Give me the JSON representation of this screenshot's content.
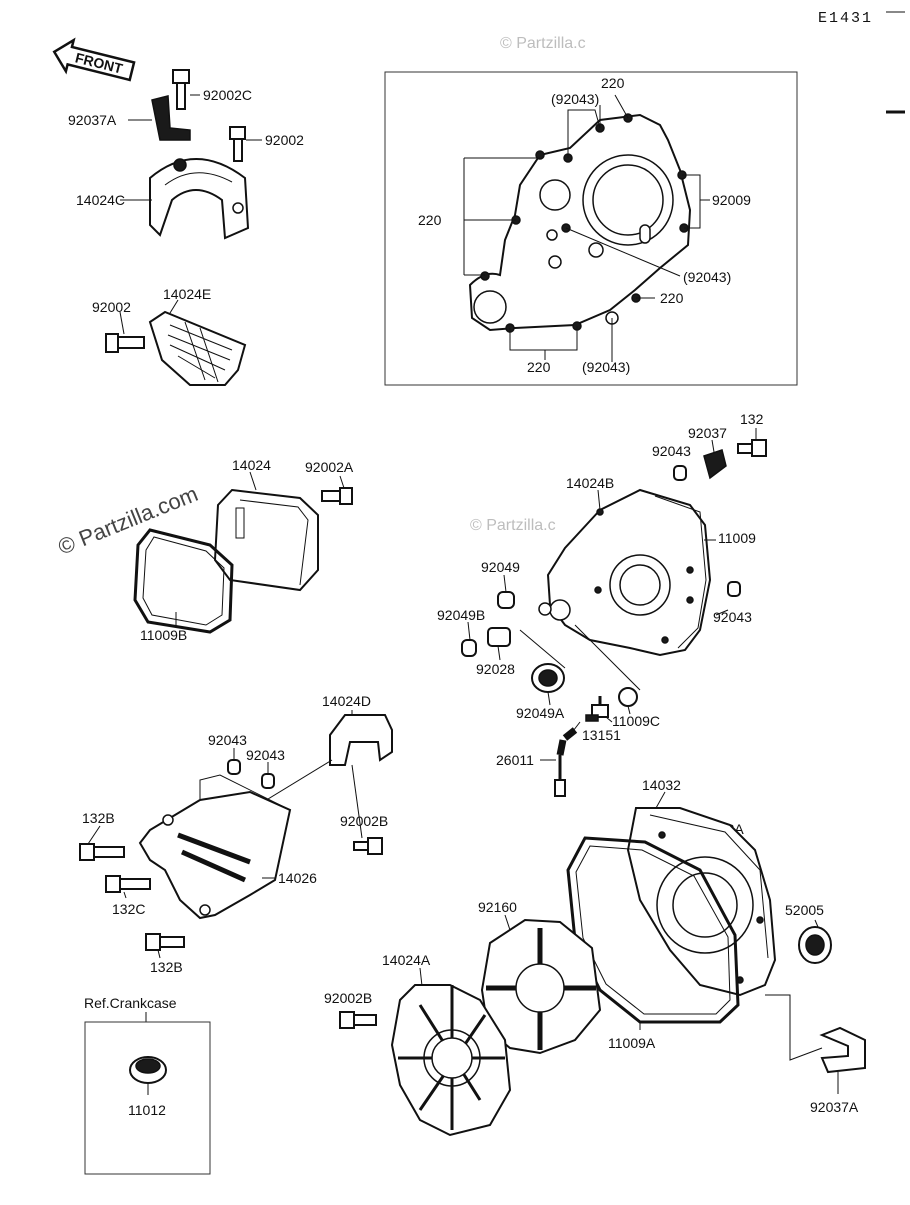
{
  "diagram_code": "E1431",
  "front_arrow_text": "FRONT",
  "reference_label": "Ref.Crankcase",
  "watermark": "© Partzilla.com",
  "watermark_short": "© Partzilla.c",
  "labels": {
    "p92002C": "92002C",
    "p92037A_top": "92037A",
    "p92002_top": "92002",
    "p14024C": "14024C",
    "p92002_mid": "92002",
    "p14024E": "14024E",
    "inset_220_top": "220",
    "inset_92043_top": "(92043)",
    "inset_92009": "92009",
    "inset_220_left": "220",
    "inset_92043_right": "(92043)",
    "inset_220_right": "220",
    "inset_220_bottom": "220",
    "inset_92043_bottom": "(92043)",
    "p14024": "14024",
    "p92002A": "92002A",
    "p11009B": "11009B",
    "p132_top": "132",
    "p92037": "92037",
    "p92043_a": "92043",
    "p14024B": "14024B",
    "p11009": "11009",
    "p92049": "92049",
    "p92043_b": "92043",
    "p92049B": "92049B",
    "p92028": "92028",
    "p92049A": "92049A",
    "p11009C": "11009C",
    "p13151": "13151",
    "p26011": "26011",
    "p14024D": "14024D",
    "p92043_c": "92043",
    "p92043_d": "92043",
    "p132B_top": "132B",
    "p92002B_mid": "92002B",
    "p14026": "14026",
    "p132C": "132C",
    "p132B_bottom": "132B",
    "p14032": "14032",
    "p132A": "132A",
    "p92160": "92160",
    "p52005": "52005",
    "p14024A": "14024A",
    "p92002B_bottom": "92002B",
    "p11009A": "11009A",
    "p11012": "11012",
    "p92037A_bottom": "92037A"
  }
}
